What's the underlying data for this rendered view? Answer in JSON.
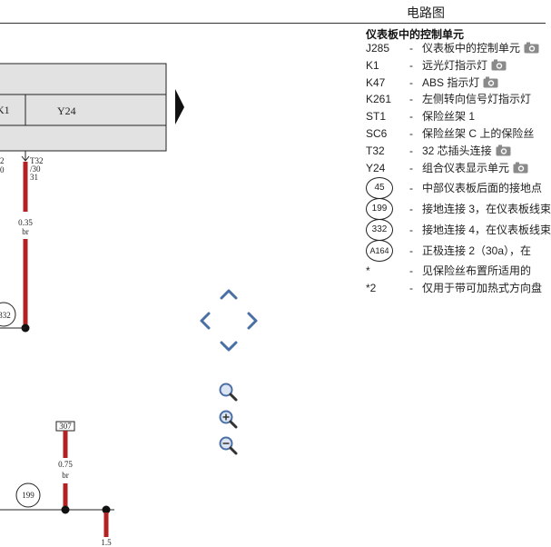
{
  "header": {
    "title": "电路图"
  },
  "legend": {
    "heading": "仪表板中的控制单元",
    "items": [
      {
        "code": "J285",
        "desc": "仪表板中的控制单元",
        "camera": true
      },
      {
        "code": "K1",
        "desc": "远光灯指示灯",
        "camera": true
      },
      {
        "code": "K47",
        "desc": "ABS 指示灯",
        "camera": true
      },
      {
        "code": "K261",
        "desc": "左侧转向信号灯指示灯",
        "camera": false
      },
      {
        "code": "ST1",
        "desc": "保险丝架 1",
        "camera": false
      },
      {
        "code": "SC6",
        "desc": "保险丝架 C 上的保险丝",
        "camera": false
      },
      {
        "code": "T32",
        "desc": "32 芯插头连接",
        "camera": true
      },
      {
        "code": "Y24",
        "desc": "组合仪表显示单元",
        "camera": true
      }
    ],
    "circled": [
      {
        "code": "45",
        "desc": "中部仪表板后面的接地点"
      },
      {
        "code": "199",
        "desc": "接地连接 3，在仪表板线束"
      },
      {
        "code": "332",
        "desc": "接地连接 4，在仪表板线束"
      },
      {
        "code": "A164",
        "desc": "正极连接 2（30a），在"
      }
    ],
    "notes": [
      {
        "code": "*",
        "desc": "见保险丝布置所适用的"
      },
      {
        "code": "*2",
        "desc": "仅用于带可加热式方向盘"
      }
    ]
  },
  "diagram": {
    "labels": {
      "k1": "K1",
      "y24": "Y24",
      "t32_top": "T32",
      "t32_mid": "/30",
      "t32_bot": "31",
      "left_frag1": "2",
      "left_frag2": "0",
      "wire1_size": "0.35",
      "wire1_color": "br",
      "ground332": "332",
      "box307": "307",
      "wire2_size": "0.75",
      "wire2_color": "br",
      "ground199": "199",
      "bottom_size": "1.5"
    }
  },
  "colors": {
    "wire": "#b22222",
    "line": "#222222",
    "box_fill": "#e0e0e0",
    "tool_blue": "#4a6fa5"
  }
}
